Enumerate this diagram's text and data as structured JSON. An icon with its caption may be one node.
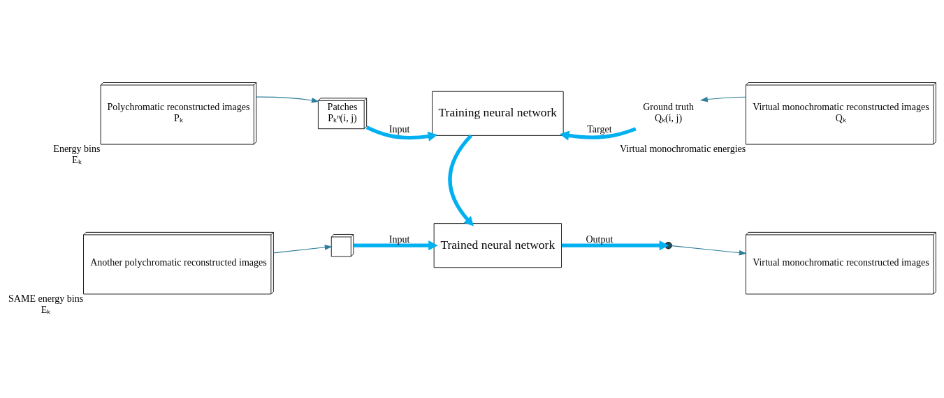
{
  "diagram": {
    "nodes": [
      {
        "text": [
          "Polychromatic reconstructed images",
          "Pₖ"
        ],
        "beside": [
          "Energy bins",
          "Eₖ"
        ]
      },
      {
        "text": [
          "Patches",
          "Pₖⁿ(i, j)"
        ]
      },
      {
        "text": [
          "Training neural network"
        ]
      },
      {
        "text": [
          "Ground truth",
          "Qₖ(i, j)"
        ]
      },
      {
        "text": [
          "Virtual monochromatic reconstructed images",
          "Qₖ"
        ],
        "beside": [
          "Virtual monochromatic energies"
        ]
      },
      {
        "text": [
          "Trained neural network"
        ]
      },
      {
        "text": [
          "Another polychromatic reconstructed images"
        ],
        "beside": [
          "SAME energy bins",
          "Eₖ"
        ]
      },
      {
        "text": [],
        "shape": "box"
      },
      {
        "text": [],
        "shape": "circle"
      },
      {
        "text": [
          "Virtual monochromatic reconstructed images"
        ]
      }
    ],
    "edges": [
      {
        "from": 0,
        "to": 1,
        "arrow": "to",
        "color": "#2e7d9a"
      },
      {
        "from": 1,
        "to": 2,
        "arrow": "to",
        "label": "Input"
      },
      {
        "from": 3,
        "to": 2,
        "arrow": "to",
        "label": "Target"
      },
      {
        "from": 4,
        "to": 3,
        "arrow": "to",
        "color": "#2e7d9a"
      },
      {
        "from": 2,
        "to": 5,
        "arrow": "to"
      },
      {
        "from": 6,
        "to": 7,
        "arrow": "to",
        "color": "#2e7d9a"
      },
      {
        "from": 7,
        "to": 5,
        "arrow": "to",
        "label": "Input"
      },
      {
        "from": 5,
        "to": 8,
        "arrow": "to",
        "label": "Output"
      },
      {
        "from": 8,
        "to": 9,
        "arrow": "to",
        "color": "#2e7d9a"
      }
    ]
  }
}
